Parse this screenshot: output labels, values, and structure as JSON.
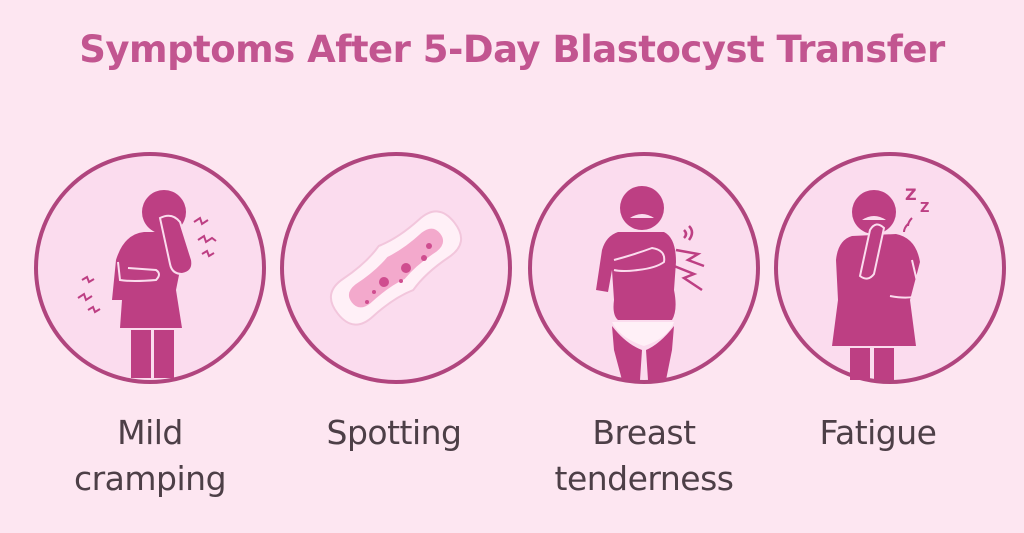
{
  "title": "Symptoms After 5-Day Blastocyst Transfer",
  "colors": {
    "background": "#fde6f1",
    "title": "#c25590",
    "icon_fill": "#bd3f83",
    "circle_stroke": "#b0457e",
    "circle_fill": "#fbdcee",
    "label_text": "#4d3f47"
  },
  "symptoms": [
    {
      "icon": "cramping-woman-icon",
      "label_line1": "Mild",
      "label_line2": "cramping"
    },
    {
      "icon": "sanitary-pad-spotting-icon",
      "label_line1": "Spotting",
      "label_line2": ""
    },
    {
      "icon": "breast-pain-woman-icon",
      "label_line1": "Breast",
      "label_line2": "tenderness"
    },
    {
      "icon": "tired-woman-zzz-icon",
      "label_line1": "Fatigue",
      "label_line2": ""
    }
  ]
}
